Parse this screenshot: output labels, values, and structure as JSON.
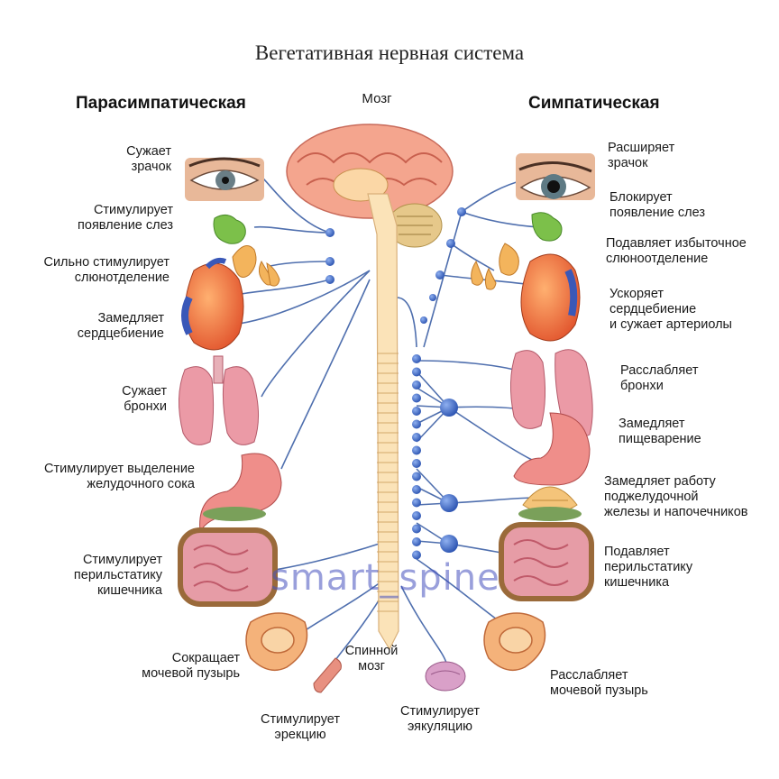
{
  "title": "Вегетативная нервная система",
  "headers": {
    "left": "Парасимпатическая",
    "center": "Мозг",
    "right": "Симпатическая"
  },
  "left_labels": [
    "Сужает\nзрачок",
    "Стимулирует\nпоявление слез",
    "Сильно стимулирует\nслюнотделение",
    "Замедляет\nсердцебиение",
    "Сужает\nбронхи",
    "Стимулирует выделение\nжелудочного сока",
    "Стимулирует\nперильстатику\nкишечника",
    "Сокращает\nмочевой пузырь"
  ],
  "bottom_labels": [
    "Стимулирует\nэрекцию",
    "Спинной\nмозг",
    "Стимулирует\nэякуляцию"
  ],
  "right_labels": [
    "Расширяет\nзрачок",
    "Блокирует\nпоявление слез",
    "Подавляет избыточное\nслюноотделение",
    "Ускоряет\nсердцебиение\nи сужает артериолы",
    "Расслабляет\nбронхи",
    "Замедляет\nпищеварение",
    "Замедляет работу\nподжелудочной\nжелезы и напочечников",
    "Подавляет\nперильстатику\nкишечника",
    "Расслабляет\nмочевой пузырь"
  ],
  "watermark": "smart_spine",
  "colors": {
    "nerve": "#4f6fae",
    "node": "#3a66c4",
    "brain": "#f0a08a",
    "spine": "#fbe3b8",
    "organ": "#e9a0a8"
  },
  "icons": [
    "brain-icon",
    "eye-icon",
    "lacrimal-gland-icon",
    "salivary-gland-icon",
    "heart-icon",
    "lungs-icon",
    "stomach-icon",
    "pancreas-icon",
    "intestine-icon",
    "bladder-icon",
    "penis-icon",
    "prostate-icon",
    "spinal-cord-icon"
  ]
}
